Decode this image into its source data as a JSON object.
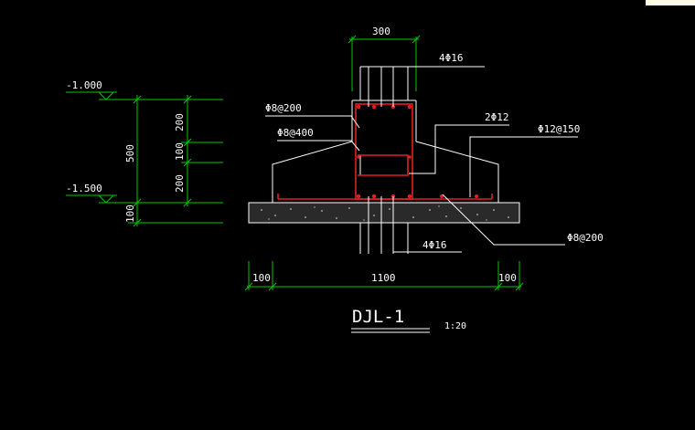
{
  "colors": {
    "background": "#000000",
    "dimension": "#00c800",
    "outline": "#ffffff",
    "rebar": "#e02020",
    "leader": "#ffffff",
    "corner": "#fffbe6"
  },
  "elevations": {
    "top": "-1.000",
    "bottom": "-1.500"
  },
  "vertical_dims": {
    "overall": "500",
    "seg_top": "200",
    "seg_mid": "100",
    "seg_bot": "200",
    "pad": "100"
  },
  "horizontal_dims": {
    "top_width": "300",
    "left_edge": "100",
    "base": "1100",
    "right_edge": "100"
  },
  "callouts": {
    "top_bars": "4Φ16",
    "stirrup_a": "Φ8@200",
    "stirrup_b": "Φ8@400",
    "waist_bars": "2Φ12",
    "bottom_mesh": "Φ12@150",
    "bottom_bars": "4Φ16",
    "distribution": "Φ8@200"
  },
  "title": {
    "label": "DJL-1",
    "scale": "1:20"
  }
}
